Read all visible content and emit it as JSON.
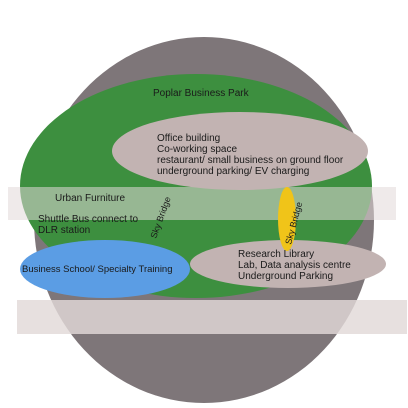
{
  "colors": {
    "outer_circle": "#7e7679",
    "park": "#3d8f3f",
    "office": "#c2b3b2",
    "research": "#c2b3b2",
    "school": "#5b9de4",
    "band": "#e2d9d8",
    "sky_bridge_right": "#f0c419"
  },
  "labels": {
    "park_title": "Poplar Business Park",
    "urban_furniture": "Urban Furniture",
    "shuttle_line1": "Shuttle Bus connect to",
    "shuttle_line2": "DLR station",
    "sky_bridge_left": "Sky Bridge",
    "sky_bridge_right": "Sky Bridge",
    "school": "Business School/ Specialty Training"
  },
  "office": {
    "lines": [
      "Office building",
      "Co-working space",
      "restaurant/ small business on ground floor",
      "underground parking/ EV charging"
    ]
  },
  "research": {
    "lines": [
      "Research Library",
      "Lab, Data analysis centre",
      "Underground Parking"
    ]
  }
}
